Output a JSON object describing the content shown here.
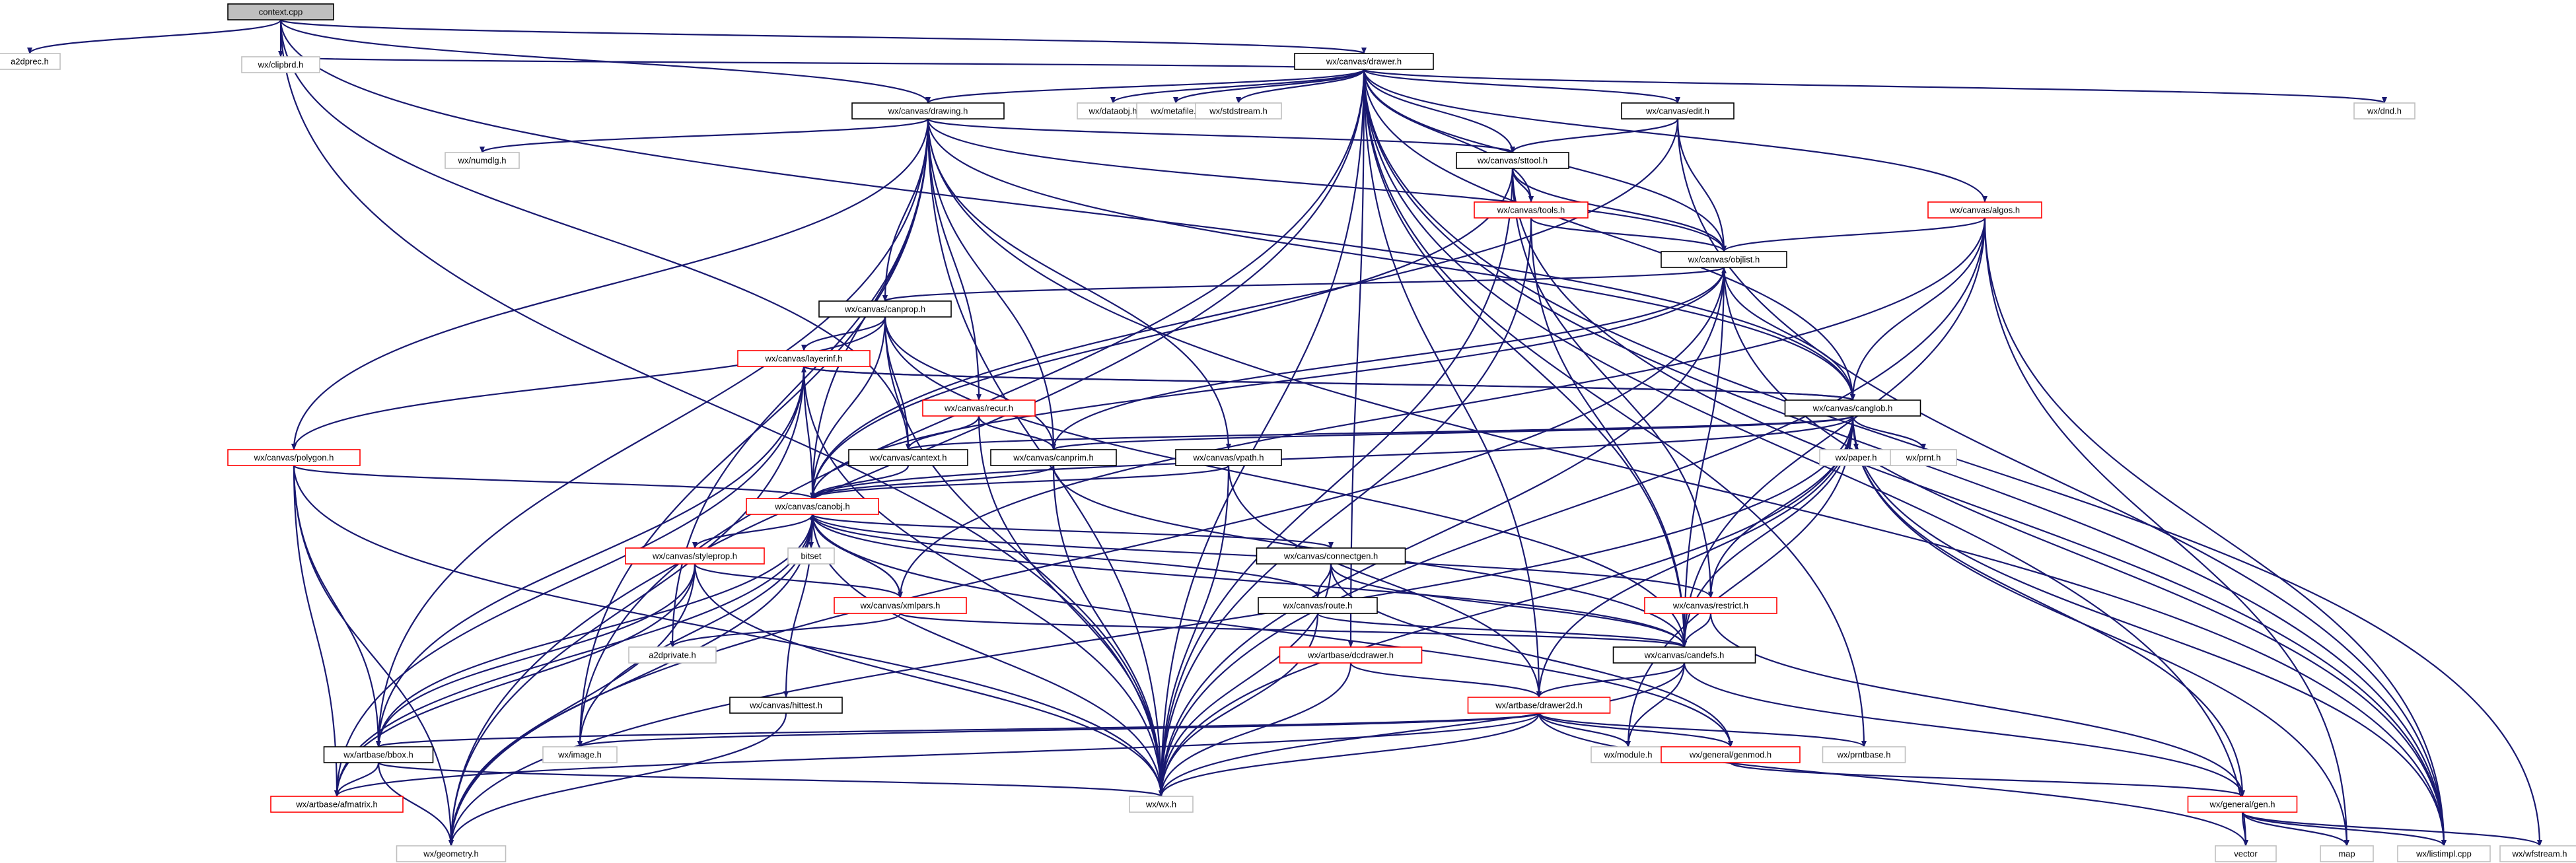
{
  "diagram": {
    "type": "include-dependency-graph",
    "root": "context.cpp",
    "colors": {
      "edge": "#191970",
      "root_fill": "#bfbfbf",
      "box_stroke_normal": "#000000",
      "box_stroke_truncated": "#ff0000",
      "box_stroke_leaf": "#bfbfbf",
      "background": "#ffffff"
    },
    "nodes": [
      {
        "id": "n0",
        "label": "context.cpp",
        "style": "root"
      },
      {
        "id": "n1",
        "label": "a2dprec.h",
        "style": "leaf"
      },
      {
        "id": "n2",
        "label": "wx/canvas/drawer.h",
        "style": "normal"
      },
      {
        "id": "n3",
        "label": "wx/clipbrd.h",
        "style": "leaf"
      },
      {
        "id": "n4",
        "label": "wx/canvas/drawing.h",
        "style": "normal"
      },
      {
        "id": "n5",
        "label": "wx/dataobj.h",
        "style": "leaf"
      },
      {
        "id": "n6",
        "label": "wx/metafile.h",
        "style": "leaf"
      },
      {
        "id": "n7",
        "label": "wx/stdstream.h",
        "style": "leaf"
      },
      {
        "id": "n8",
        "label": "wx/canvas/edit.h",
        "style": "normal"
      },
      {
        "id": "n9",
        "label": "wx/dnd.h",
        "style": "leaf"
      },
      {
        "id": "n10",
        "label": "wx/numdlg.h",
        "style": "leaf"
      },
      {
        "id": "n11",
        "label": "wx/canvas/sttool.h",
        "style": "normal"
      },
      {
        "id": "n12",
        "label": "wx/canvas/tools.h",
        "style": "truncated"
      },
      {
        "id": "n13",
        "label": "wx/canvas/algos.h",
        "style": "truncated"
      },
      {
        "id": "n14",
        "label": "wx/canvas/objlist.h",
        "style": "normal"
      },
      {
        "id": "n15",
        "label": "wx/canvas/canprop.h",
        "style": "normal"
      },
      {
        "id": "n16",
        "label": "wx/canvas/layerinf.h",
        "style": "truncated"
      },
      {
        "id": "n17",
        "label": "wx/canvas/canglob.h",
        "style": "normal"
      },
      {
        "id": "n18",
        "label": "wx/canvas/recur.h",
        "style": "truncated"
      },
      {
        "id": "n19",
        "label": "wx/canvas/polygon.h",
        "style": "truncated"
      },
      {
        "id": "n20",
        "label": "wx/canvas/cantext.h",
        "style": "normal"
      },
      {
        "id": "n21",
        "label": "wx/canvas/canprim.h",
        "style": "normal"
      },
      {
        "id": "n22",
        "label": "wx/canvas/vpath.h",
        "style": "normal"
      },
      {
        "id": "n23",
        "label": "wx/paper.h",
        "style": "leaf"
      },
      {
        "id": "n24",
        "label": "wx/prnt.h",
        "style": "leaf"
      },
      {
        "id": "n25",
        "label": "wx/canvas/canobj.h",
        "style": "truncated"
      },
      {
        "id": "n26",
        "label": "bitset",
        "style": "leaf"
      },
      {
        "id": "n27",
        "label": "wx/canvas/styleprop.h",
        "style": "truncated"
      },
      {
        "id": "n28",
        "label": "wx/canvas/connectgen.h",
        "style": "normal"
      },
      {
        "id": "n29",
        "label": "wx/canvas/xmlpars.h",
        "style": "truncated"
      },
      {
        "id": "n30",
        "label": "wx/canvas/route.h",
        "style": "normal"
      },
      {
        "id": "n31",
        "label": "wx/canvas/restrict.h",
        "style": "truncated"
      },
      {
        "id": "n32",
        "label": "a2dprivate.h",
        "style": "leaf"
      },
      {
        "id": "n33",
        "label": "wx/artbase/dcdrawer.h",
        "style": "truncated"
      },
      {
        "id": "n34",
        "label": "wx/canvas/candefs.h",
        "style": "normal"
      },
      {
        "id": "n35",
        "label": "wx/canvas/hittest.h",
        "style": "normal"
      },
      {
        "id": "n36",
        "label": "wx/artbase/drawer2d.h",
        "style": "truncated"
      },
      {
        "id": "n37",
        "label": "wx/artbase/bbox.h",
        "style": "normal"
      },
      {
        "id": "n38",
        "label": "wx/image.h",
        "style": "leaf"
      },
      {
        "id": "n39",
        "label": "wx/module.h",
        "style": "leaf"
      },
      {
        "id": "n40",
        "label": "wx/general/genmod.h",
        "style": "truncated"
      },
      {
        "id": "n41",
        "label": "wx/prntbase.h",
        "style": "leaf"
      },
      {
        "id": "n42",
        "label": "wx/artbase/afmatrix.h",
        "style": "truncated"
      },
      {
        "id": "n43",
        "label": "wx/wx.h",
        "style": "leaf"
      },
      {
        "id": "n44",
        "label": "wx/general/gen.h",
        "style": "truncated"
      },
      {
        "id": "n45",
        "label": "wx/geometry.h",
        "style": "leaf"
      },
      {
        "id": "n46",
        "label": "vector",
        "style": "leaf"
      },
      {
        "id": "n47",
        "label": "map",
        "style": "leaf"
      },
      {
        "id": "n48",
        "label": "wx/listimpl.cpp",
        "style": "leaf"
      },
      {
        "id": "n49",
        "label": "wx/wfstream.h",
        "style": "leaf"
      }
    ],
    "edges": [
      [
        "n0",
        "n1"
      ],
      [
        "n0",
        "n2"
      ],
      [
        "n0",
        "n3"
      ],
      [
        "n0",
        "n4"
      ],
      [
        "n0",
        "n20"
      ],
      [
        "n0",
        "n17"
      ],
      [
        "n0",
        "n43"
      ],
      [
        "n2",
        "n3"
      ],
      [
        "n2",
        "n4"
      ],
      [
        "n2",
        "n5"
      ],
      [
        "n2",
        "n6"
      ],
      [
        "n2",
        "n7"
      ],
      [
        "n2",
        "n8"
      ],
      [
        "n2",
        "n9"
      ],
      [
        "n2",
        "n11"
      ],
      [
        "n2",
        "n12"
      ],
      [
        "n2",
        "n13"
      ],
      [
        "n2",
        "n14"
      ],
      [
        "n2",
        "n17"
      ],
      [
        "n2",
        "n33"
      ],
      [
        "n2",
        "n36"
      ],
      [
        "n2",
        "n34"
      ],
      [
        "n2",
        "n43"
      ],
      [
        "n2",
        "n45"
      ],
      [
        "n2",
        "n38"
      ],
      [
        "n2",
        "n41"
      ],
      [
        "n2",
        "n46"
      ],
      [
        "n2",
        "n48"
      ],
      [
        "n2",
        "n49"
      ],
      [
        "n4",
        "n10"
      ],
      [
        "n4",
        "n11"
      ],
      [
        "n4",
        "n14"
      ],
      [
        "n4",
        "n15"
      ],
      [
        "n4",
        "n17"
      ],
      [
        "n4",
        "n18"
      ],
      [
        "n4",
        "n19"
      ],
      [
        "n4",
        "n21"
      ],
      [
        "n4",
        "n22"
      ],
      [
        "n4",
        "n25"
      ],
      [
        "n4",
        "n32"
      ],
      [
        "n4",
        "n38"
      ],
      [
        "n4",
        "n37"
      ],
      [
        "n4",
        "n43"
      ],
      [
        "n4",
        "n48"
      ],
      [
        "n8",
        "n11"
      ],
      [
        "n8",
        "n14"
      ],
      [
        "n8",
        "n25"
      ],
      [
        "n8",
        "n48"
      ],
      [
        "n11",
        "n12"
      ],
      [
        "n11",
        "n14"
      ],
      [
        "n11",
        "n25"
      ],
      [
        "n11",
        "n31"
      ],
      [
        "n11",
        "n43"
      ],
      [
        "n11",
        "n48"
      ],
      [
        "n12",
        "n14"
      ],
      [
        "n12",
        "n34"
      ],
      [
        "n12",
        "n43"
      ],
      [
        "n13",
        "n14"
      ],
      [
        "n13",
        "n17"
      ],
      [
        "n13",
        "n34"
      ],
      [
        "n13",
        "n29"
      ],
      [
        "n13",
        "n47"
      ],
      [
        "n13",
        "n48"
      ],
      [
        "n13",
        "n43"
      ],
      [
        "n14",
        "n15"
      ],
      [
        "n14",
        "n25"
      ],
      [
        "n14",
        "n21"
      ],
      [
        "n14",
        "n34"
      ],
      [
        "n14",
        "n43"
      ],
      [
        "n14",
        "n48"
      ],
      [
        "n14",
        "n45"
      ],
      [
        "n15",
        "n16"
      ],
      [
        "n15",
        "n19"
      ],
      [
        "n15",
        "n20"
      ],
      [
        "n15",
        "n21"
      ],
      [
        "n15",
        "n25"
      ],
      [
        "n15",
        "n34"
      ],
      [
        "n15",
        "n43"
      ],
      [
        "n16",
        "n17"
      ],
      [
        "n16",
        "n25"
      ],
      [
        "n16",
        "n37"
      ],
      [
        "n16",
        "n42"
      ],
      [
        "n16",
        "n43"
      ],
      [
        "n16",
        "n45"
      ],
      [
        "n17",
        "n14"
      ],
      [
        "n17",
        "n16"
      ],
      [
        "n17",
        "n20"
      ],
      [
        "n17",
        "n21"
      ],
      [
        "n17",
        "n23"
      ],
      [
        "n17",
        "n24"
      ],
      [
        "n17",
        "n25"
      ],
      [
        "n17",
        "n31"
      ],
      [
        "n17",
        "n34"
      ],
      [
        "n17",
        "n36"
      ],
      [
        "n17",
        "n44"
      ],
      [
        "n17",
        "n39"
      ],
      [
        "n17",
        "n43"
      ],
      [
        "n17",
        "n47"
      ],
      [
        "n17",
        "n48"
      ],
      [
        "n17",
        "n45"
      ],
      [
        "n18",
        "n20"
      ],
      [
        "n18",
        "n21"
      ],
      [
        "n18",
        "n43"
      ],
      [
        "n19",
        "n25"
      ],
      [
        "n19",
        "n37"
      ],
      [
        "n19",
        "n42"
      ],
      [
        "n19",
        "n45"
      ],
      [
        "n19",
        "n43"
      ],
      [
        "n20",
        "n25"
      ],
      [
        "n21",
        "n25"
      ],
      [
        "n21",
        "n34"
      ],
      [
        "n21",
        "n43"
      ],
      [
        "n22",
        "n25"
      ],
      [
        "n22",
        "n36"
      ],
      [
        "n22",
        "n43"
      ],
      [
        "n25",
        "n26"
      ],
      [
        "n25",
        "n27"
      ],
      [
        "n25",
        "n28"
      ],
      [
        "n25",
        "n29"
      ],
      [
        "n25",
        "n30"
      ],
      [
        "n25",
        "n31"
      ],
      [
        "n25",
        "n34"
      ],
      [
        "n25",
        "n35"
      ],
      [
        "n25",
        "n37"
      ],
      [
        "n25",
        "n38"
      ],
      [
        "n25",
        "n42"
      ],
      [
        "n25",
        "n43"
      ],
      [
        "n25",
        "n45"
      ],
      [
        "n25",
        "n40"
      ],
      [
        "n27",
        "n29"
      ],
      [
        "n27",
        "n37"
      ],
      [
        "n27",
        "n42"
      ],
      [
        "n27",
        "n43"
      ],
      [
        "n27",
        "n45"
      ],
      [
        "n28",
        "n30"
      ],
      [
        "n28",
        "n34"
      ],
      [
        "n28",
        "n43"
      ],
      [
        "n28",
        "n40"
      ],
      [
        "n29",
        "n25"
      ],
      [
        "n29",
        "n32"
      ],
      [
        "n29",
        "n34"
      ],
      [
        "n30",
        "n34"
      ],
      [
        "n30",
        "n43"
      ],
      [
        "n31",
        "n34"
      ],
      [
        "n31",
        "n44"
      ],
      [
        "n33",
        "n36"
      ],
      [
        "n33",
        "n43"
      ],
      [
        "n34",
        "n36"
      ],
      [
        "n34",
        "n39"
      ],
      [
        "n34",
        "n43"
      ],
      [
        "n34",
        "n44"
      ],
      [
        "n35",
        "n45"
      ],
      [
        "n36",
        "n37"
      ],
      [
        "n36",
        "n38"
      ],
      [
        "n36",
        "n39"
      ],
      [
        "n36",
        "n40"
      ],
      [
        "n36",
        "n41"
      ],
      [
        "n36",
        "n42"
      ],
      [
        "n36",
        "n43"
      ],
      [
        "n36",
        "n46"
      ],
      [
        "n37",
        "n42"
      ],
      [
        "n37",
        "n43"
      ],
      [
        "n37",
        "n45"
      ],
      [
        "n40",
        "n44"
      ],
      [
        "n44",
        "n46"
      ],
      [
        "n44",
        "n47"
      ],
      [
        "n44",
        "n48"
      ],
      [
        "n44",
        "n49"
      ]
    ]
  }
}
